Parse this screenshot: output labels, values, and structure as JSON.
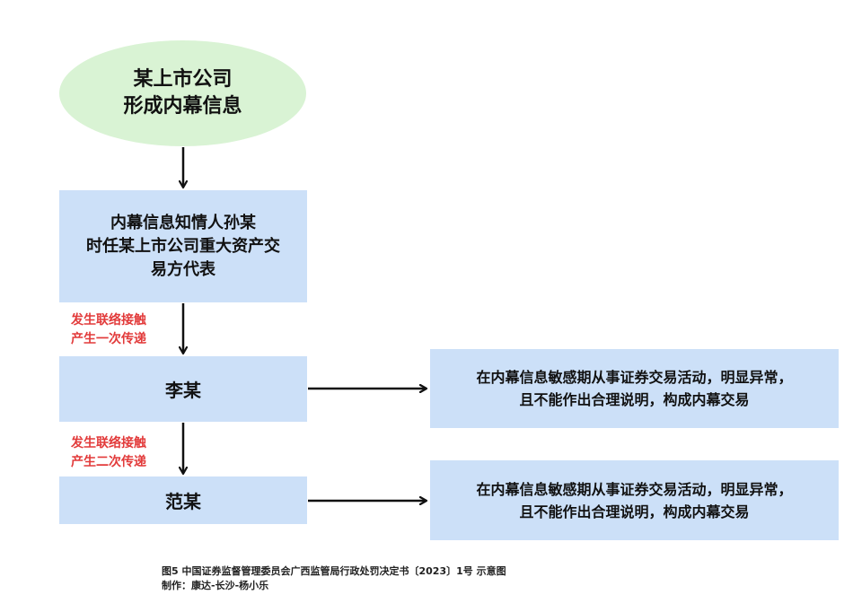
{
  "nodes": {
    "company": {
      "line1": "某上市公司",
      "line2": "形成内幕信息"
    },
    "sun": {
      "line1": "内幕信息知情人孙某",
      "line2": "时任某上市公司重大资产交",
      "line3": "易方代表"
    },
    "li": {
      "label": "李某"
    },
    "fan": {
      "label": "范某"
    },
    "verdict_li": {
      "line1": "在内幕信息敏感期从事证券交易活动，明显异常，",
      "line2": "且不能作出合理说明，构成内幕交易"
    },
    "verdict_fan": {
      "line1": "在内幕信息敏感期从事证券交易活动，明显异常，",
      "line2": "且不能作出合理说明，构成内幕交易"
    }
  },
  "relations": {
    "first": {
      "line1": "发生联络接触",
      "line2": "产生一次传递"
    },
    "second": {
      "line1": "发生联络接触",
      "line2": "产生二次传递"
    }
  },
  "caption": {
    "line1": "图5 中国证券监督管理委员会广西监管局行政处罚决定书〔2023〕1号 示意图",
    "line2": "制作：康达-长沙-杨小乐"
  },
  "colors": {
    "ellipse_fill": "#d9f3d4",
    "box_fill": "#cce0f8",
    "relation_text": "#e23a3a",
    "arrow": "#111111"
  }
}
